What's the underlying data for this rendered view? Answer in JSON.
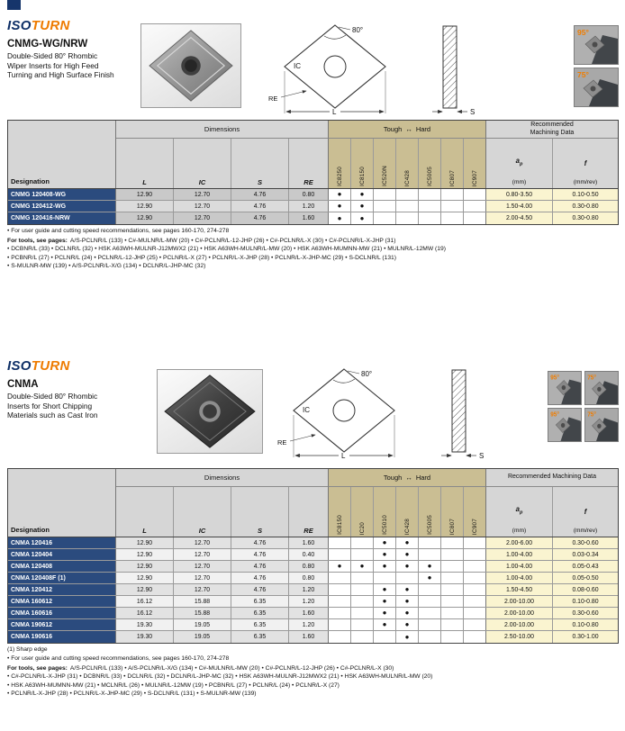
{
  "colors": {
    "navy": "#2b4b7e",
    "tan": "#cabe93",
    "yellow": "#faf4d0",
    "orange": "#ee7b00",
    "logo_navy": "#0e2f66"
  },
  "s1": {
    "logo_iso": "ISO",
    "logo_turn": "TURN",
    "title": "CNMG-WG/NRW",
    "desc": [
      "Double-Sided 80° Rhombic",
      "Wiper Inserts for High Feed",
      "Turning and High Surface Finish"
    ],
    "diagram": {
      "angle": "80°",
      "ic": "IC",
      "l": "L",
      "re": "RE",
      "s": "S"
    },
    "thumbs": [
      "95°",
      "75°"
    ],
    "hdr": {
      "dimensions": "Dimensions",
      "tough": "Tough",
      "arrow": "↔",
      "hard": "Hard",
      "rec1": "Recommended",
      "rec2": "Machining Data",
      "designation": "Designation",
      "cols": [
        "L",
        "IC",
        "S",
        "RE"
      ],
      "grades": [
        "IC8250",
        "IC8150",
        "IC520N",
        "IC428",
        "IC5005",
        "IC807",
        "IC907"
      ],
      "ap_a": "a",
      "ap_sub": "p",
      "ap_unit": "(mm)",
      "f_label": "f",
      "f_unit": "(mm/rev)"
    },
    "rows": [
      {
        "d": "CNMG 120408-WG",
        "l": "12.90",
        "ic": "12.70",
        "s": "4.76",
        "re": "0.80",
        "g": [
          "●",
          "●",
          "",
          "",
          "",
          "",
          ""
        ],
        "ap": "0.80-3.50",
        "f": "0.10-0.50"
      },
      {
        "d": "CNMG 120412-WG",
        "l": "12.90",
        "ic": "12.70",
        "s": "4.76",
        "re": "1.20",
        "g": [
          "●",
          "●",
          "",
          "",
          "",
          "",
          ""
        ],
        "ap": "1.50-4.00",
        "f": "0.30-0.80"
      },
      {
        "d": "CNMG 120416-NRW",
        "l": "12.90",
        "ic": "12.70",
        "s": "4.76",
        "re": "1.60",
        "g": [
          "●",
          "●",
          "",
          "",
          "",
          "",
          ""
        ],
        "ap": "2.00-4.50",
        "f": "0.30-0.80"
      }
    ],
    "note": "• For user guide and cutting speed recommendations, see pages 160-170, 274-278",
    "tools_lead": "For tools, see pages:",
    "tools": [
      "A/S-PCLNR/L (133) • C#-MULNR/L-MW (20) • C#-PCLNR/L-12-JHP (26) • C#-PCLNR/L-X (30) • C#-PCLNR/L-X-JHP (31)",
      "• DCBNR/L (33) • DCLNR/L (32) • HSK A63WH-MULNR-J12MWX2 (21) • HSK A63WH-MULNR/L-MW (20) • HSK A63WH-MUMNN-MW (21) • MULNR/L-12MW (19)",
      "• PCBNR/L (27) • PCLNR/L (24) • PCLNR/L-12-JHP (25) • PCLNR/L-X (27) • PCLNR/L-X-JHP (28) • PCLNR/L-X-JHP-MC (29) • S-DCLNR/L (131)",
      "• S-MULNR-MW (139) • A/S-PCLNR/L-X/G (134) • DCLNR/L-JHP-MC (32)"
    ]
  },
  "s2": {
    "logo_iso": "ISO",
    "logo_turn": "TURN",
    "title": "CNMA",
    "desc": [
      "Double-Sided 80° Rhombic",
      "Inserts for Short Chipping",
      "Materials such as Cast Iron"
    ],
    "diagram": {
      "angle": "80°",
      "ic": "IC",
      "l": "L",
      "re": "RE",
      "s": "S"
    },
    "thumbs": [
      "95°",
      "75°",
      "95°",
      "75°"
    ],
    "hdr": {
      "dimensions": "Dimensions",
      "tough": "Tough",
      "arrow": "↔",
      "hard": "Hard",
      "rec1": "Recommended Machining Data",
      "rec2": "",
      "designation": "Designation",
      "cols": [
        "L",
        "IC",
        "S",
        "RE"
      ],
      "grades": [
        "IC8150",
        "IC20",
        "IC5010",
        "IC428",
        "IC5005",
        "IC807",
        "IC907"
      ],
      "ap_a": "a",
      "ap_sub": "p",
      "ap_unit": "(mm)",
      "f_label": "f",
      "f_unit": "(mm/rev)"
    },
    "rows": [
      {
        "d": "CNMA 120416",
        "l": "12.90",
        "ic": "12.70",
        "s": "4.76",
        "re": "1.60",
        "g": [
          "",
          "",
          "●",
          "●",
          "",
          "",
          ""
        ],
        "ap": "2.00-6.00",
        "f": "0.30-0.60"
      },
      {
        "d": "CNMA 120404",
        "l": "12.90",
        "ic": "12.70",
        "s": "4.76",
        "re": "0.40",
        "g": [
          "",
          "",
          "●",
          "●",
          "",
          "",
          ""
        ],
        "ap": "1.00-4.00",
        "f": "0.03-0.34"
      },
      {
        "d": "CNMA 120408",
        "l": "12.90",
        "ic": "12.70",
        "s": "4.76",
        "re": "0.80",
        "g": [
          "●",
          "●",
          "●",
          "●",
          "●",
          "",
          ""
        ],
        "ap": "1.00-4.00",
        "f": "0.05-0.43"
      },
      {
        "d": "CNMA 120408F (1)",
        "l": "12.90",
        "ic": "12.70",
        "s": "4.76",
        "re": "0.80",
        "g": [
          "",
          "",
          "",
          "",
          "●",
          "",
          ""
        ],
        "ap": "1.00-4.00",
        "f": "0.05-0.50"
      },
      {
        "d": "CNMA 120412",
        "l": "12.90",
        "ic": "12.70",
        "s": "4.76",
        "re": "1.20",
        "g": [
          "",
          "",
          "●",
          "●",
          "",
          "",
          ""
        ],
        "ap": "1.50-4.50",
        "f": "0.08-0.60"
      },
      {
        "d": "CNMA 160612",
        "l": "16.12",
        "ic": "15.88",
        "s": "6.35",
        "re": "1.20",
        "g": [
          "",
          "",
          "●",
          "●",
          "",
          "",
          ""
        ],
        "ap": "2.00-10.00",
        "f": "0.10-0.80"
      },
      {
        "d": "CNMA 160616",
        "l": "16.12",
        "ic": "15.88",
        "s": "6.35",
        "re": "1.60",
        "g": [
          "",
          "",
          "●",
          "●",
          "",
          "",
          ""
        ],
        "ap": "2.00-10.00",
        "f": "0.30-0.60"
      },
      {
        "d": "CNMA 190612",
        "l": "19.30",
        "ic": "19.05",
        "s": "6.35",
        "re": "1.20",
        "g": [
          "",
          "",
          "●",
          "●",
          "",
          "",
          ""
        ],
        "ap": "2.00-10.00",
        "f": "0.10-0.80"
      },
      {
        "d": "CNMA 190616",
        "l": "19.30",
        "ic": "19.05",
        "s": "6.35",
        "re": "1.60",
        "g": [
          "",
          "",
          "",
          "●",
          "",
          "",
          ""
        ],
        "ap": "2.50-10.00",
        "f": "0.30-1.00"
      }
    ],
    "footnote": "(1) Sharp edge",
    "note": "• For user guide and cutting speed recommendations, see pages 160-170, 274-278",
    "tools_lead": "For tools, see pages:",
    "tools": [
      "A/S-PCLNR/L (133) • A/S-PCLNR/L-X/G (134) • C#-MULNR/L-MW (20) • C#-PCLNR/L-12-JHP (26) • C#-PCLNR/L-X (30)",
      "• C#-PCLNR/L-X-JHP (31) • DCBNR/L (33) • DCLNR/L (32) • DCLNR/L-JHP-MC (32) • HSK A63WH-MULNR-J12MWX2 (21) • HSK A63WH-MULNR/L-MW (20)",
      "• HSK A63WH-MUMNN-MW (21) • MCLNR/L (26) • MULNR/L-12MW (19) • PCBNR/L (27) • PCLNR/L (24) • PCLNR/L-X (27)",
      "• PCLNR/L-X-JHP (28) • PCLNR/L-X-JHP-MC (29) • S-DCLNR/L (131) • S-MULNR-MW (139)"
    ]
  }
}
